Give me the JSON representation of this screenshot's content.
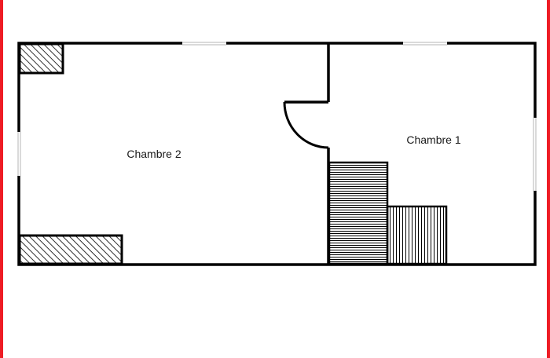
{
  "floorplan": {
    "rooms": [
      {
        "key": "chambre2",
        "label": "Chambre 2"
      },
      {
        "key": "chambre1",
        "label": "Chambre 1"
      }
    ],
    "colors": {
      "border": "#ee1c24",
      "wall": "#000000",
      "window": "#cccccc"
    }
  }
}
